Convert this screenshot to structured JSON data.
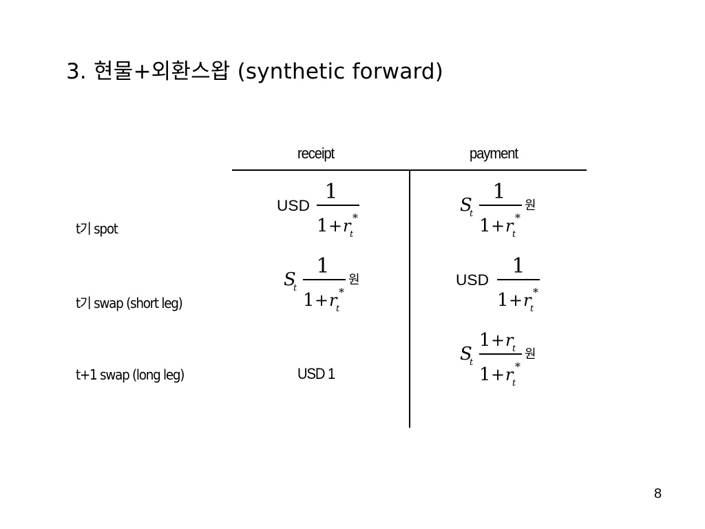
{
  "slide": {
    "title": "3. 현물+외환스왑 (synthetic forward)",
    "page_number": "8"
  },
  "table": {
    "headers": {
      "receipt": "receipt",
      "payment": "payment"
    },
    "rows": [
      {
        "label": "t기 spot",
        "receipt": {
          "prefix": "USD",
          "numerator": "1",
          "denominator_one": "1",
          "denominator_op": "+",
          "denominator_var": "r",
          "denominator_sub": "t",
          "denominator_sup": "*"
        },
        "payment": {
          "prefix_var": "S",
          "prefix_sub": "t",
          "numerator": "1",
          "denominator_one": "1",
          "denominator_op": "+",
          "denominator_var": "r",
          "denominator_sub": "t",
          "denominator_sup": "*",
          "suffix": "원"
        }
      },
      {
        "label": "t기 swap (short leg)",
        "receipt": {
          "prefix_var": "S",
          "prefix_sub": "t",
          "numerator": "1",
          "denominator_one": "1",
          "denominator_op": "+",
          "denominator_var": "r",
          "denominator_sub": "t",
          "denominator_sup": "*",
          "suffix": "원"
        },
        "payment": {
          "prefix": "USD",
          "numerator": "1",
          "denominator_one": "1",
          "denominator_op": "+",
          "denominator_var": "r",
          "denominator_sub": "t",
          "denominator_sup": "*"
        }
      },
      {
        "label": "t+1 swap (long leg)",
        "receipt": {
          "text": "USD 1"
        },
        "payment": {
          "prefix_var": "S",
          "prefix_sub": "t",
          "numerator_one": "1",
          "numerator_op": "+",
          "numerator_var": "r",
          "numerator_sub": "t",
          "denominator_one": "1",
          "denominator_op": "+",
          "denominator_var": "r",
          "denominator_sub": "t",
          "denominator_sup": "*",
          "suffix": "원"
        }
      }
    ]
  }
}
